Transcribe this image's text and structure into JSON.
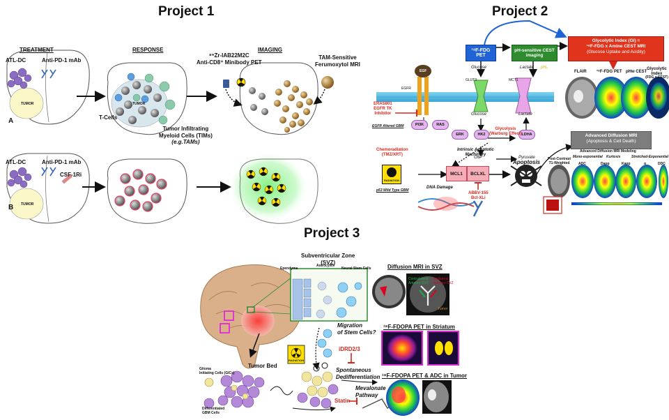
{
  "project1": {
    "title": "Project 1",
    "col_treatment": "TREATMENT",
    "col_response": "RESPONSE",
    "col_imaging": "IMAGING",
    "atl_dc_a": "ATL-DC",
    "antipd1_a": "Anti-PD-1 mAb",
    "tumor_a": "TUMOR",
    "tumor_resp": "TUMOR",
    "label_a": "A",
    "tcells": "T-Cells",
    "tims_line1": "Tumor Infiltrating",
    "tims_line2": "Myeloid Cells (TIMs)",
    "tims_line3": "(e.g.TAMs)",
    "pet_line1": "⁸⁹Zr-IAB22M2C",
    "pet_line2": "Anti-CD8⁺ Minibody PET",
    "mri_line1": "TAM-Sensitive",
    "mri_line2": "Ferumoxytol MRI",
    "atl_dc_b": "ATL-DC",
    "antipd1_b": "Anti-PD-1 mAb",
    "csf1ri": "CSF-1Ri",
    "tumor_b": "TUMOR",
    "label_b": "B"
  },
  "project2": {
    "title": "Project 2",
    "fdg_pet": "¹⁸F-FDG PET",
    "ph_cest": "pH-sensitive CEST imaging",
    "gi_line1": "Glycolytic Index (GI) =",
    "gi_line2": "¹⁸F-FDG x Amine CEST MRI",
    "gi_line3": "(Glucose Uptake and Acidity)",
    "panel_flair": "FLAIR",
    "panel_fdg": "¹⁸F-FDG PET",
    "panel_phw": "pHw CEST",
    "panel_gi": "Glycolytic Index",
    "panel_gi_sub": "(FDG x CEST)",
    "egf": "EGF",
    "egfr": "EGFR",
    "glut3": "GLUT3",
    "mct1": "MCT1",
    "glucose_out": "Glucose",
    "lactate_out": "Lactate",
    "phe": "pHₑ",
    "glucose_in": "Glucose",
    "lactate_in": "Lactate",
    "erk_drug_1": "ERAS801",
    "erk_drug_2": "EGFR TK",
    "erk_drug_3": "Inhibitor",
    "egfr_alt": "EGFR Altered GBM",
    "pi3k": "PI3K",
    "ras": "RAS",
    "erk": "ERK",
    "hk2": "HK2",
    "ldha": "LDHA",
    "glyco_1": "Glycolysis",
    "glyco_2": "(Warburg Effect)",
    "g6p": "G6P",
    "pyruvate": "Pyruvate",
    "chemo_1": "Chemoradiation",
    "chemo_2": "(TMZ/XRT)",
    "p53": "p53 Wild Type GBM",
    "intrinsic_1": "Intrinsic Apoptotic",
    "intrinsic_2": "Machinery",
    "mcl1": "MCL1",
    "bclxl": "BCLXL",
    "abbv_1": "ABBV-155",
    "abbv_2": "Bcl-XLi",
    "dna_damage": "DNA Damage",
    "apoptosis": "Apoptosis",
    "adv_1": "Advanced Diffusion MRI",
    "adv_2": "(Apoptosis & Cell Death)",
    "adv_model": "Advanced Diffusion MRI Modeling",
    "postcontrast_1": "Post-Contrast",
    "postcontrast_2": "T1-Weighted",
    "mono": "Mono-exponential",
    "kurtosis": "Kurtosis",
    "stretched": "Stretched-Exponential",
    "adc": "ADC",
    "dapp": "Dapp",
    "kapp": "Kapp",
    "alpha": "α",
    "ddc": "DDC",
    "radiation": "RADIATION"
  },
  "project3": {
    "title": "Project 3",
    "svz_1": "Subventricular Zone",
    "svz_2": "(SVZ)",
    "ependyma": "Ependyma",
    "astrocytes": "Astrocytes",
    "nsc": "Neural Stem Cells",
    "diff_mri": "Diffusion MRI in SVZ",
    "adc": "ADC",
    "contralateral": "Contralateral Anterior SVZ",
    "ipsilateral": "Ipsilateral Anterior SVZ",
    "tumor_lbl": "Tumor",
    "migration_1": "Migration",
    "migration_2": "of Stem Cells?",
    "fdopa_striatum": "¹⁸F-FDOPA PET in Striatum",
    "idrd": "iDRD2/3",
    "spont_1": "Spontaneous",
    "spont_2": "Dedifferentiation",
    "fdopa_tumor": "¹⁸F-FDOPA PET & ADC in Tumor",
    "mevalonate_1": "Mevalonate",
    "mevalonate_2": "Pathway",
    "statin": "Statin",
    "tumor_bed": "Tumor Bed",
    "gic_1": "Glioma",
    "gic_2": "Initiating Cells (GICs)",
    "diff_1": "Differentiated",
    "diff_2": "GBM Cells",
    "radiation": "RADIATION"
  },
  "colors": {
    "pet_blue": "#1f63d6",
    "cest_green": "#2e8b2e",
    "gi_red": "#e0341c",
    "apoptosis_gray": "#7d7d7d",
    "highlight_magenta": "#e02ad8",
    "drug_red": "#d8281e"
  }
}
